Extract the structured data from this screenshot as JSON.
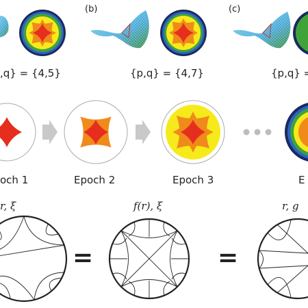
{
  "top_row": {
    "panel_b": "(b)",
    "panel_c": "(c)",
    "label_left": ",q} = {4,5}",
    "label_mid": "{p,q} = {4,7}",
    "label_right": "{p,q} ="
  },
  "epochs": {
    "e1": "och 1",
    "e2": "Epoch 2",
    "e3": "Epoch 3",
    "e4": "E"
  },
  "bottom_row": {
    "m1": "r, ξ",
    "m2": "f(r), ξ",
    "m3": "r, g",
    "eq1": "=",
    "eq2": "="
  },
  "colors": {
    "ring_dark": "#1a2a5c",
    "ring_blue": "#2f62c8",
    "green": "#3fa33a",
    "yellow": "#f7ea1b",
    "orange": "#f08a1a",
    "red": "#e62e1e",
    "arrow": "#c9c9c9",
    "dots": "#bdbdbd"
  }
}
